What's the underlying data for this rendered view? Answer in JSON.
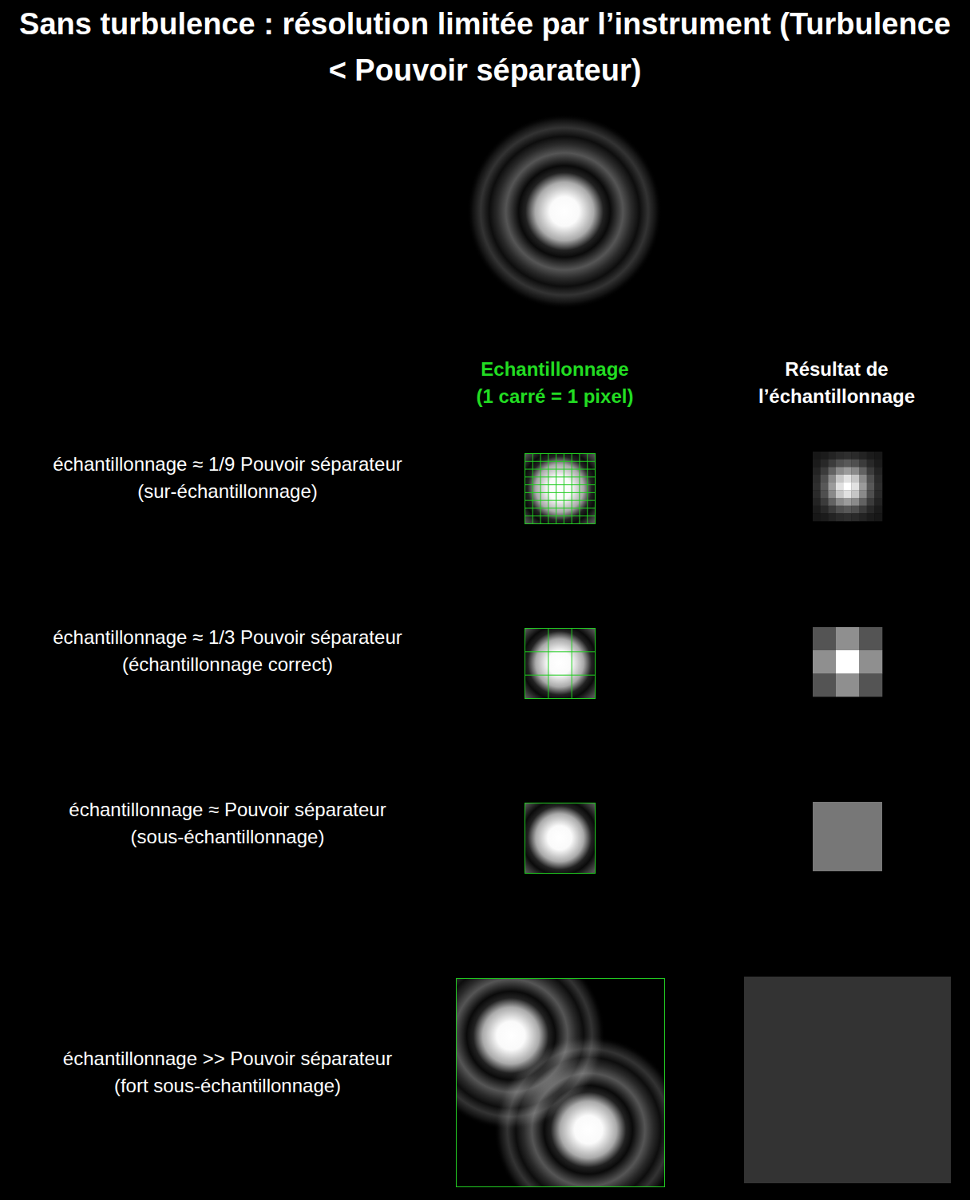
{
  "diagram": {
    "title": "Sans turbulence : résolution limitée par l’instrument (Turbulence < Pouvoir séparateur)",
    "labels": [
      "Echantillonnage",
      "(1 carré = 1 pixel)",
      "Résultat de",
      "l’échantillonnage",
      "échantillonnage ≈ 1/9 Pouvoir séparateur",
      "(sur-échantillonnage)",
      "échantillonnage ≈ 1/3 Pouvoir séparateur",
      "(échantillonnage correct)",
      "échantillonnage ≈ Pouvoir séparateur",
      "(sous-échantillonnage)",
      "échantillonnage >> Pouvoir séparateur",
      "(fort sous-échantillonnage)"
    ]
  }
}
